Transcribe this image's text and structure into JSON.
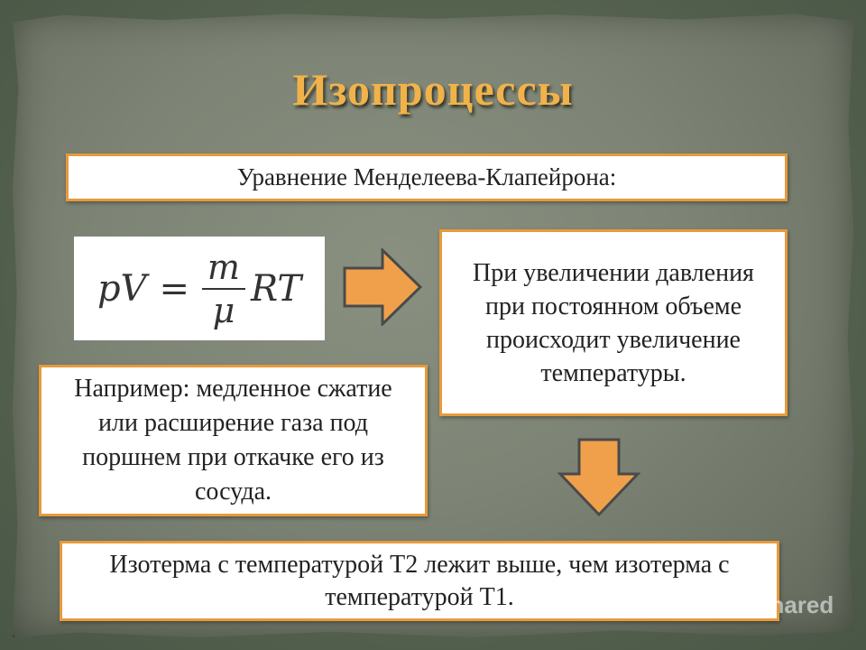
{
  "title": "Изопроцессы",
  "equation_label": "Уравнение Менделеева-Клапейрона:",
  "formula": {
    "lhs": "pV",
    "equals": "=",
    "numerator": "m",
    "denominator": "μ",
    "rhs": "RT"
  },
  "right_box_text": "При увеличении давления при постоянном объеме происходит увеличение температуры.",
  "left_box_text": "Например: медленное сжатие или расширение газа под поршнем при откачке его из сосуда.",
  "bottom_box_text": "Изотерма с температурой Т2 лежит выше, чем изотерма с температурой Т1.",
  "watermark": "MyShared",
  "colors": {
    "title": "#f0b24a",
    "box_border": "#e79a3c",
    "arrow_fill": "#f0a04b",
    "arrow_stroke": "#4a4a4a",
    "background": "#7d8475"
  },
  "icons": [
    "arrow-right-icon",
    "arrow-down-icon",
    "presentation-icon"
  ]
}
